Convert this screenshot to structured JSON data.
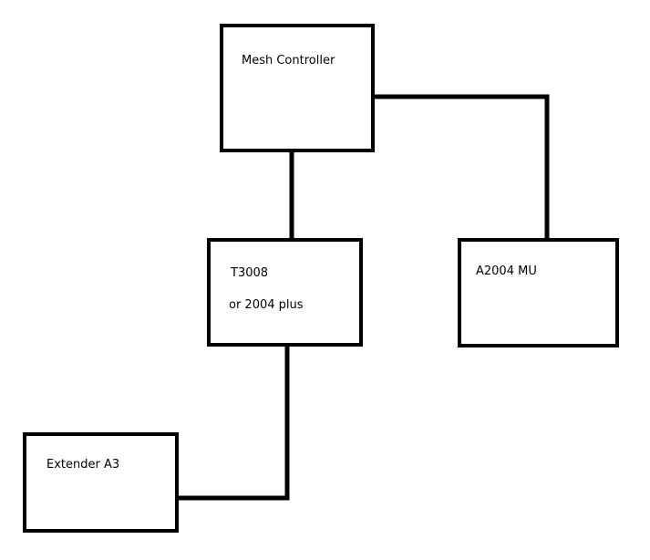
{
  "diagram": {
    "nodes": {
      "mesh_controller": {
        "label": "Mesh Controller"
      },
      "t3008": {
        "line1": "T3008",
        "line2": "or 2004 plus"
      },
      "a2004_mu": {
        "label": "A2004 MU"
      },
      "extender_a3": {
        "label": "Extender A3"
      }
    },
    "edges": [
      {
        "from": "mesh_controller",
        "to": "t3008"
      },
      {
        "from": "mesh_controller",
        "to": "a2004_mu"
      },
      {
        "from": "t3008",
        "to": "extender_a3"
      }
    ],
    "colors": {
      "line": "#000000",
      "box_fill": "#ffffff",
      "background": "#ffffff"
    }
  }
}
